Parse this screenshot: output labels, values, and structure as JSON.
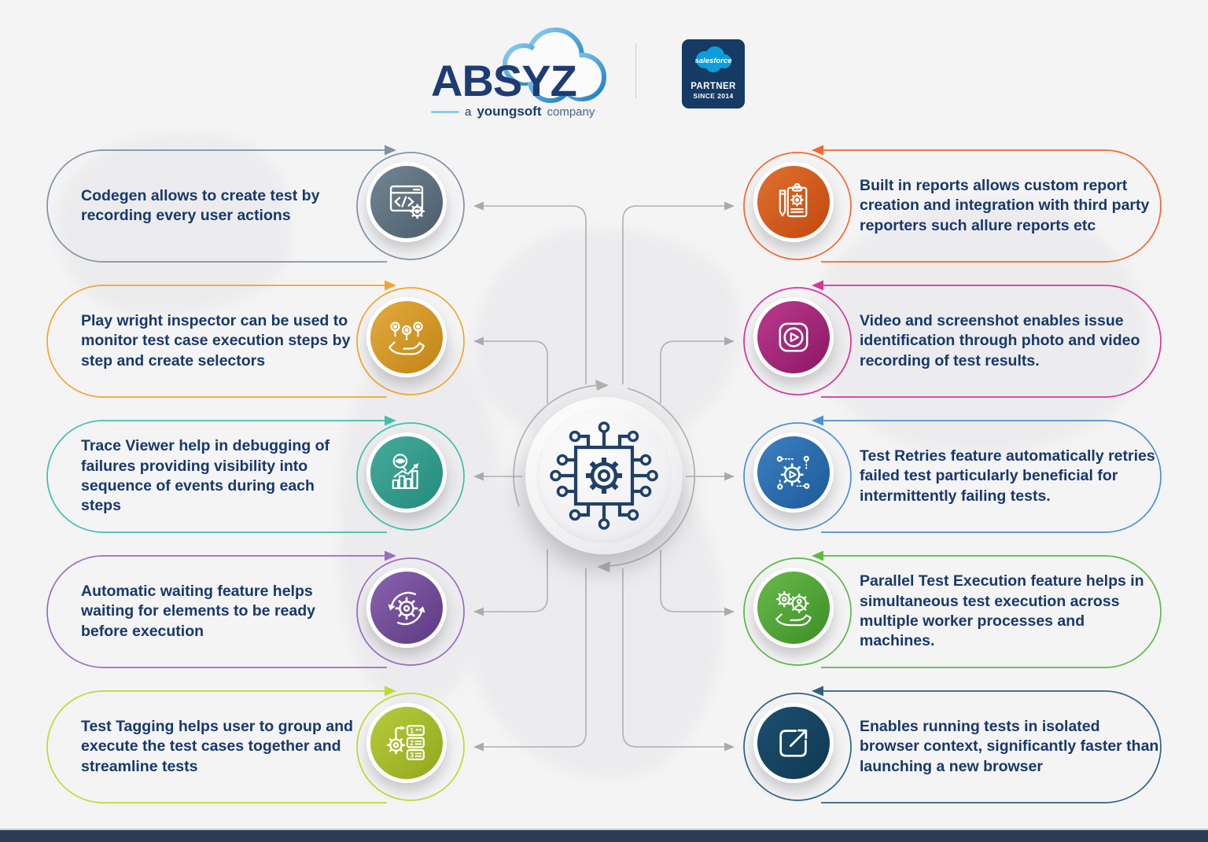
{
  "header": {
    "brand": {
      "name": "ABSYZ",
      "tagline_prefix": "a",
      "tagline_bold": "youngsoft",
      "tagline_suffix": "company"
    },
    "badge": {
      "logo_text": "salesforce",
      "line1": "PARTNER",
      "line2": "SINCE 2014"
    }
  },
  "center_hub": {
    "icon": "chip-gear-icon"
  },
  "features": {
    "left": [
      {
        "id": "codegen",
        "icon": "code-window-icon",
        "accent": "#7f93a6",
        "circle": [
          "#748693",
          "#4b5d6c"
        ],
        "text": "Codegen allows to create test by recording every user actions"
      },
      {
        "id": "inspector",
        "icon": "keys-in-hand-icon",
        "accent": "#f2a52e",
        "circle": [
          "#e2ab3e",
          "#c28415"
        ],
        "text": "Play wright inspector can be used to monitor test case execution steps by step and create selectors"
      },
      {
        "id": "trace",
        "icon": "trace-analytics-icon",
        "accent": "#3fbfae",
        "circle": [
          "#46ab9b",
          "#238b7c"
        ],
        "text": "Trace Viewer help in debugging of failures providing visibility into sequence of events during each steps"
      },
      {
        "id": "autowait",
        "icon": "auto-wait-sync-icon",
        "accent": "#9a6cc3",
        "circle": [
          "#8b63ae",
          "#5b3981"
        ],
        "text": "Automatic waiting feature helps waiting for elements to be ready before execution"
      },
      {
        "id": "tagging",
        "icon": "tag-list-icon",
        "accent": "#c2d832",
        "circle": [
          "#b7cb3d",
          "#92a81b"
        ],
        "text": "Test Tagging helps user to group and execute the test cases together and streamline tests"
      }
    ],
    "right": [
      {
        "id": "reports",
        "icon": "report-clipboard-icon",
        "accent": "#f26a2a",
        "circle": [
          "#e0702f",
          "#c2480e"
        ],
        "text": "Built in reports allows custom report creation and integration with third party reporters such allure reports etc"
      },
      {
        "id": "video",
        "icon": "video-play-icon",
        "accent": "#d63597",
        "circle": [
          "#ba3b8d",
          "#8d1665"
        ],
        "text": "Video and screenshot enables issue identification through photo and video recording of test results."
      },
      {
        "id": "retries",
        "icon": "retry-gear-icon",
        "accent": "#4b8fd5",
        "circle": [
          "#3d80c1",
          "#1c599a"
        ],
        "text": "Test Retries feature automatically retries failed test particularly beneficial for intermittently failing tests."
      },
      {
        "id": "parallel",
        "icon": "parallel-gears-hand-icon",
        "accent": "#5cb947",
        "circle": [
          "#69ba4b",
          "#3c8f26"
        ],
        "text": "Parallel Test Execution feature helps in simultaneous test execution across multiple worker processes and machines."
      },
      {
        "id": "isolated",
        "icon": "external-link-icon",
        "accent": "#2d6285",
        "circle": [
          "#1d5070",
          "#0e3852"
        ],
        "text": "Enables running tests in isolated browser context, significantly faster than launching a new browser"
      }
    ]
  },
  "icons": {
    "tag_list_digits": [
      "1",
      "2",
      "3"
    ]
  },
  "colors": {
    "background": "#f4f4f5",
    "text": "#18386b",
    "connector": "#aeb0b2",
    "footer_bar": "#2c3c53",
    "logo_navy": "#1d3c73",
    "badge_navy": "#153a63",
    "salesforce_blue": "#0d9ddb"
  }
}
